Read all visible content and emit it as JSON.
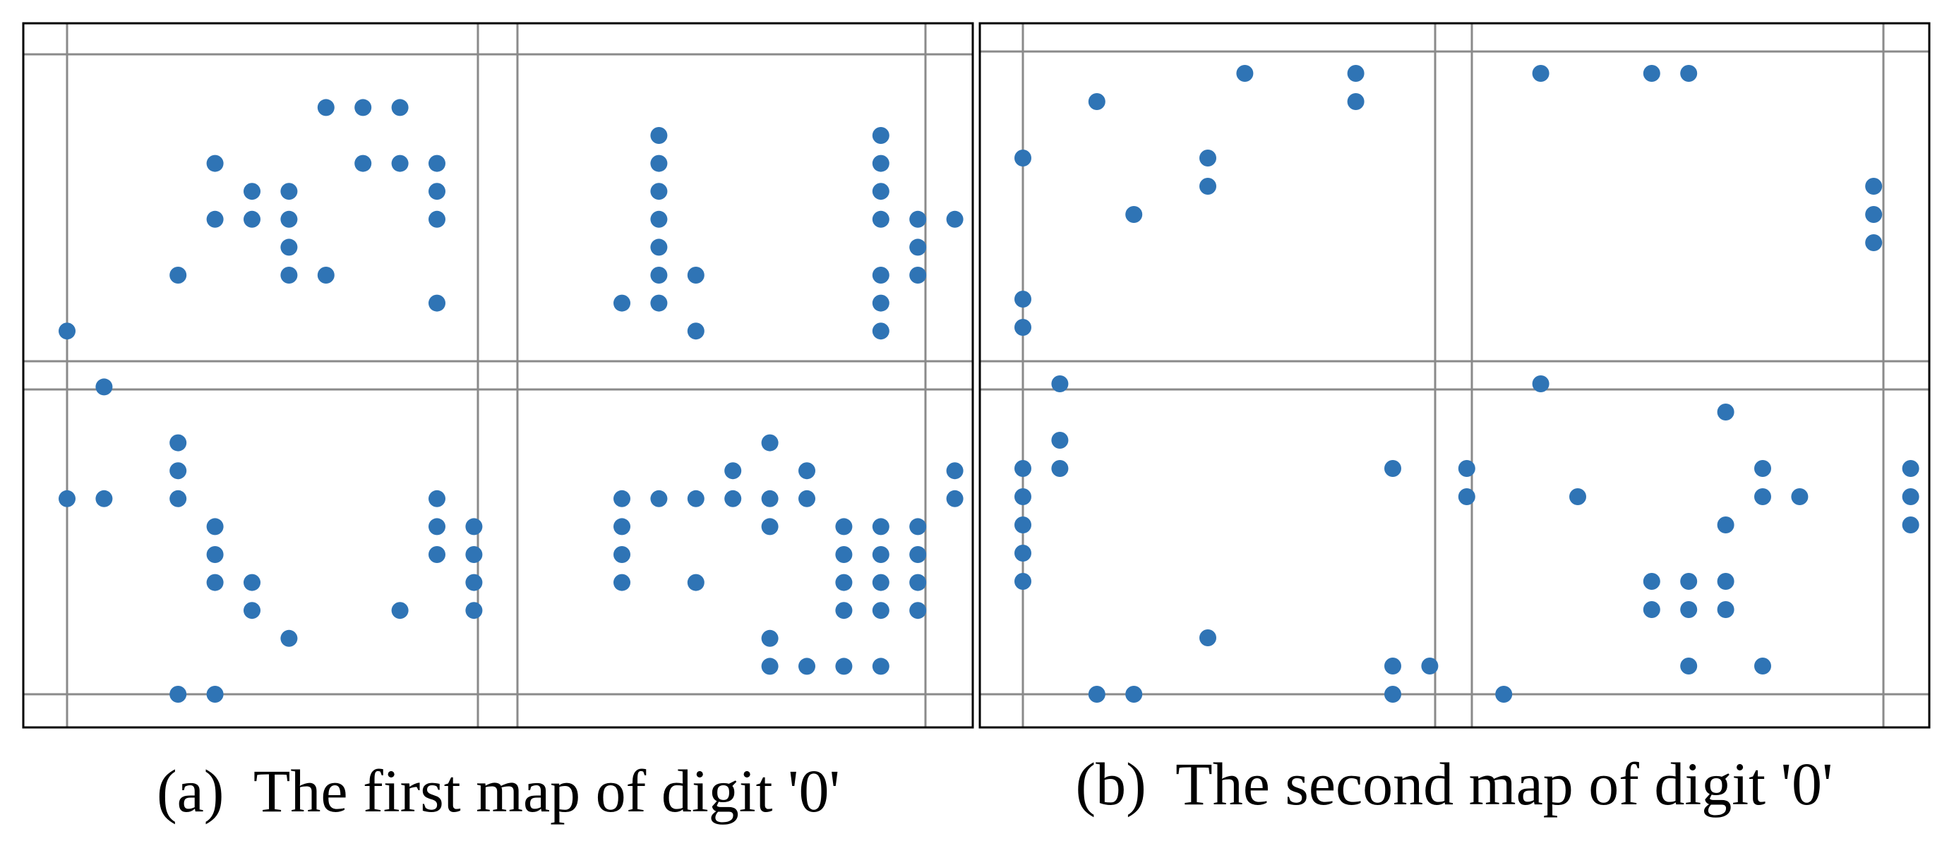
{
  "colors": {
    "dot": "#2f74b5",
    "frame": "#000000",
    "grid": "#8a8a8a",
    "background": "#ffffff"
  },
  "chart_data": [
    {
      "type": "scatter",
      "caption": "(a)  The first map of digit '0'",
      "grid": true,
      "points": [
        [
          7,
          21
        ],
        [
          8,
          21
        ],
        [
          9,
          21
        ],
        [
          4,
          19
        ],
        [
          8,
          19
        ],
        [
          9,
          19
        ],
        [
          10,
          19
        ],
        [
          5,
          18
        ],
        [
          6,
          18
        ],
        [
          10,
          18
        ],
        [
          4,
          17
        ],
        [
          5,
          17
        ],
        [
          6,
          17
        ],
        [
          10,
          17
        ],
        [
          6,
          16
        ],
        [
          3,
          15
        ],
        [
          6,
          15
        ],
        [
          7,
          15
        ],
        [
          10,
          14
        ],
        [
          0,
          13
        ],
        [
          1,
          11
        ],
        [
          3,
          9
        ],
        [
          3,
          8
        ],
        [
          0,
          7
        ],
        [
          1,
          7
        ],
        [
          3,
          7
        ],
        [
          10,
          7
        ],
        [
          4,
          6
        ],
        [
          10,
          6
        ],
        [
          11,
          6
        ],
        [
          4,
          5
        ],
        [
          10,
          5
        ],
        [
          11,
          5
        ],
        [
          4,
          4
        ],
        [
          5,
          4
        ],
        [
          11,
          4
        ],
        [
          5,
          3
        ],
        [
          9,
          3
        ],
        [
          11,
          3
        ],
        [
          6,
          2
        ],
        [
          3,
          0
        ],
        [
          4,
          0
        ],
        [
          16,
          20
        ],
        [
          22,
          20
        ],
        [
          16,
          19
        ],
        [
          22,
          19
        ],
        [
          16,
          18
        ],
        [
          22,
          18
        ],
        [
          16,
          17
        ],
        [
          22,
          17
        ],
        [
          23,
          17
        ],
        [
          24,
          17
        ],
        [
          16,
          16
        ],
        [
          23,
          16
        ],
        [
          16,
          15
        ],
        [
          17,
          15
        ],
        [
          22,
          15
        ],
        [
          23,
          15
        ],
        [
          15,
          14
        ],
        [
          16,
          14
        ],
        [
          22,
          14
        ],
        [
          17,
          13
        ],
        [
          22,
          13
        ],
        [
          19,
          9
        ],
        [
          18,
          8
        ],
        [
          20,
          8
        ],
        [
          24,
          8
        ],
        [
          15,
          7
        ],
        [
          16,
          7
        ],
        [
          17,
          7
        ],
        [
          18,
          7
        ],
        [
          19,
          7
        ],
        [
          20,
          7
        ],
        [
          24,
          7
        ],
        [
          15,
          6
        ],
        [
          19,
          6
        ],
        [
          21,
          6
        ],
        [
          22,
          6
        ],
        [
          23,
          6
        ],
        [
          15,
          5
        ],
        [
          21,
          5
        ],
        [
          22,
          5
        ],
        [
          23,
          5
        ],
        [
          15,
          4
        ],
        [
          17,
          4
        ],
        [
          21,
          4
        ],
        [
          22,
          4
        ],
        [
          23,
          4
        ],
        [
          21,
          3
        ],
        [
          22,
          3
        ],
        [
          23,
          3
        ],
        [
          19,
          2
        ],
        [
          19,
          1
        ],
        [
          20,
          1
        ],
        [
          21,
          1
        ],
        [
          22,
          1
        ]
      ]
    },
    {
      "type": "scatter",
      "caption": "(b)  The second map of digit '0'",
      "grid": true,
      "points": [
        [
          6,
          22
        ],
        [
          9,
          22
        ],
        [
          2,
          21
        ],
        [
          9,
          21
        ],
        [
          0,
          19
        ],
        [
          5,
          19
        ],
        [
          5,
          18
        ],
        [
          3,
          17
        ],
        [
          0,
          14
        ],
        [
          0,
          13
        ],
        [
          1,
          11
        ],
        [
          1,
          9
        ],
        [
          0,
          8
        ],
        [
          1,
          8
        ],
        [
          10,
          8
        ],
        [
          0,
          7
        ],
        [
          0,
          6
        ],
        [
          0,
          5
        ],
        [
          0,
          4
        ],
        [
          5,
          2
        ],
        [
          10,
          1
        ],
        [
          11,
          1
        ],
        [
          2,
          0
        ],
        [
          3,
          0
        ],
        [
          10,
          0
        ],
        [
          14,
          22
        ],
        [
          17,
          22
        ],
        [
          18,
          22
        ],
        [
          23,
          18
        ],
        [
          23,
          17
        ],
        [
          23,
          16
        ],
        [
          14,
          11
        ],
        [
          19,
          10
        ],
        [
          12,
          8
        ],
        [
          20,
          8
        ],
        [
          24,
          8
        ],
        [
          12,
          7
        ],
        [
          15,
          7
        ],
        [
          20,
          7
        ],
        [
          21,
          7
        ],
        [
          24,
          7
        ],
        [
          19,
          6
        ],
        [
          24,
          6
        ],
        [
          17,
          4
        ],
        [
          18,
          4
        ],
        [
          19,
          4
        ],
        [
          17,
          3
        ],
        [
          18,
          3
        ],
        [
          19,
          3
        ],
        [
          18,
          1
        ],
        [
          20,
          1
        ],
        [
          13,
          0
        ]
      ]
    }
  ]
}
